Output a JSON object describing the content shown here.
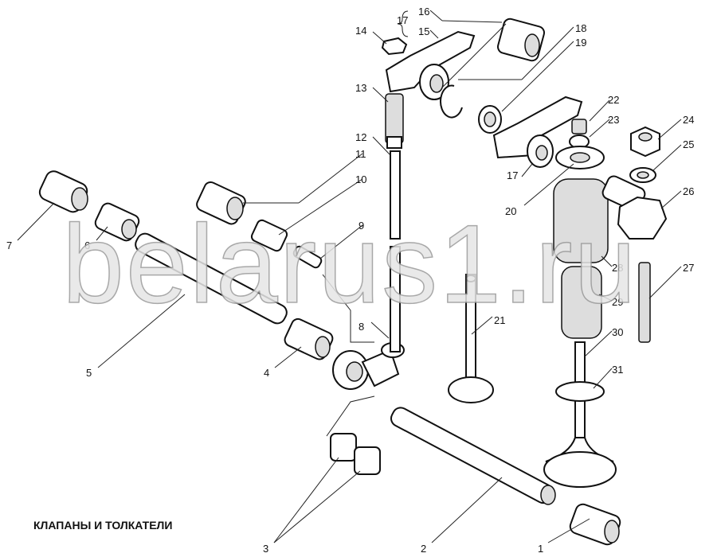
{
  "title": "КЛАПАНЫ И ТОЛКАТЕЛИ",
  "watermark": "belarus1.ru",
  "labels": {
    "l1": "1",
    "l2": "2",
    "l3": "3",
    "l4": "4",
    "l5": "5",
    "l6": "6",
    "l7": "7",
    "l8": "8",
    "l9": "9",
    "l10": "10",
    "l11": "11",
    "l12": "12",
    "l13": "13",
    "l14": "14",
    "l15": "15",
    "l16": "16",
    "l17": "17",
    "l17b": "17",
    "l18": "18",
    "l19": "19",
    "l20": "20",
    "l21": "21",
    "l22": "22",
    "l23": "23",
    "l24": "24",
    "l25": "25",
    "l26": "26",
    "l27": "27",
    "l28": "28",
    "l29": "29",
    "l30": "30",
    "l31": "31"
  }
}
